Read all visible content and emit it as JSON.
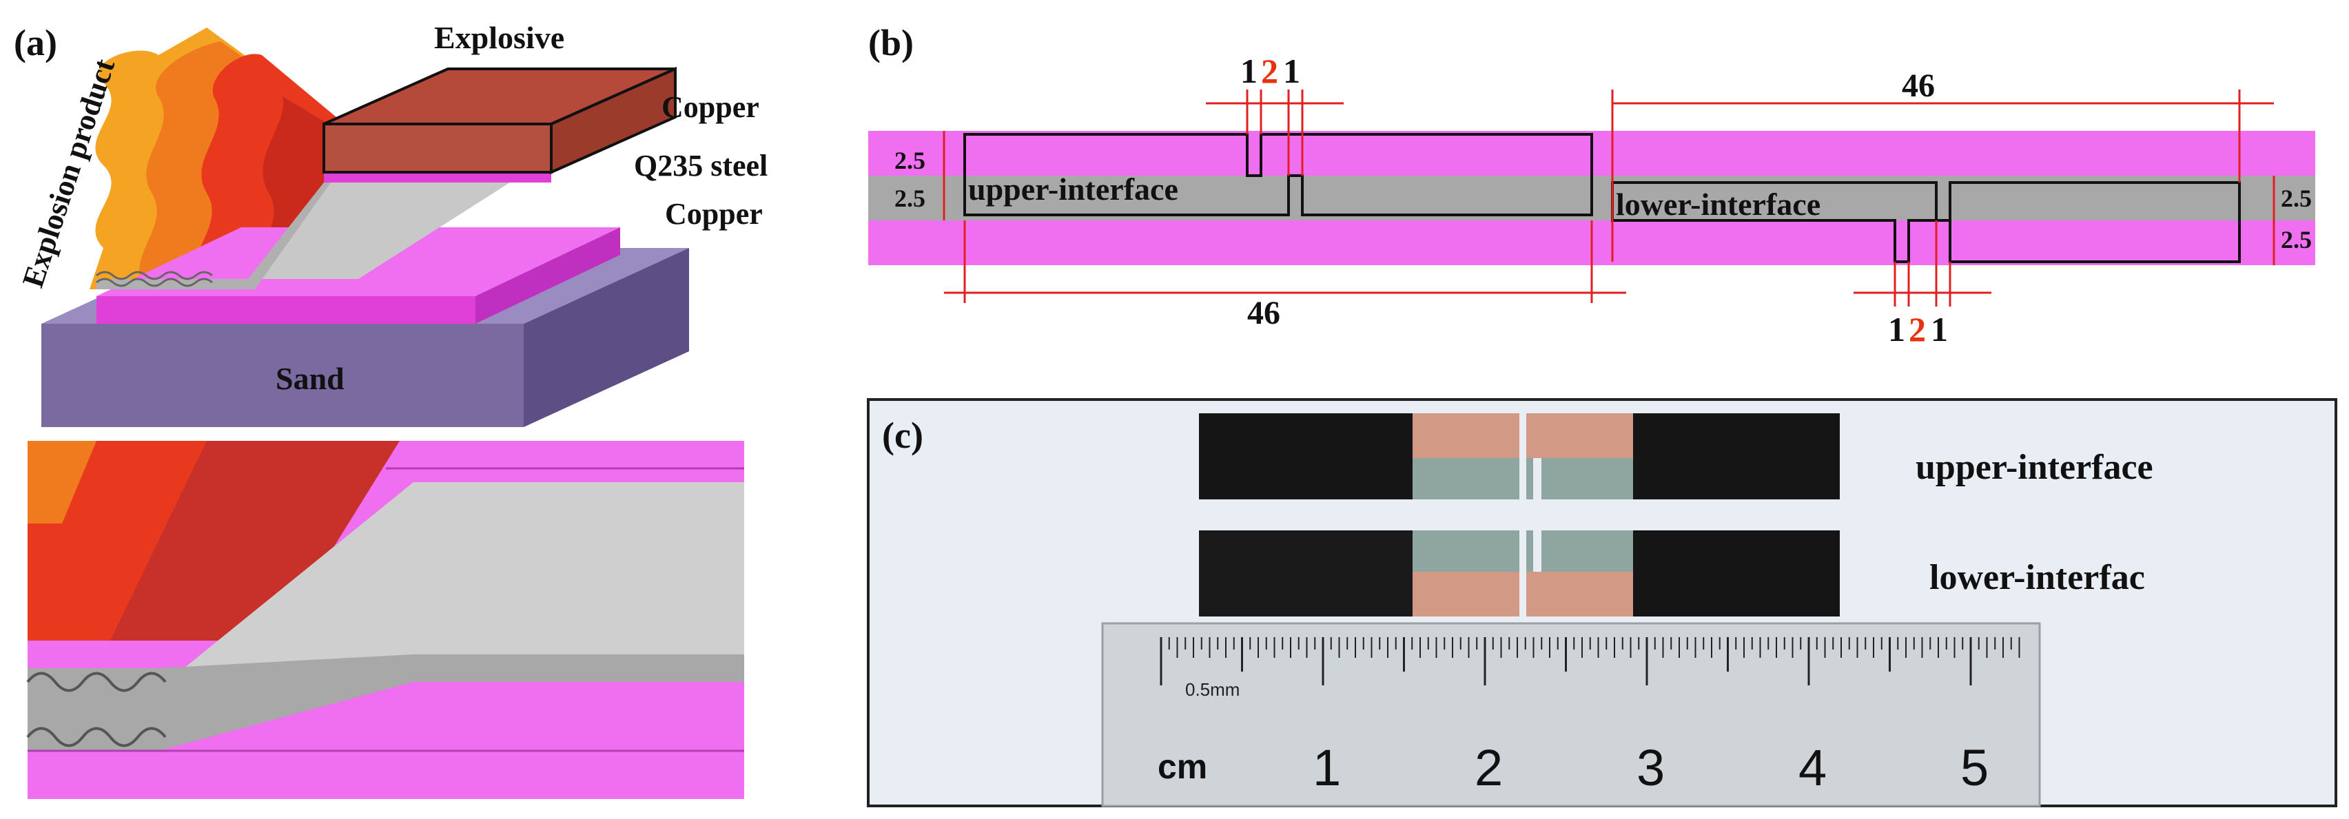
{
  "panel_a": {
    "label": "(a)",
    "explosive": "Explosive",
    "explosion_product": "Explosion product",
    "copper_top": "Copper",
    "steel": "Q235 steel",
    "copper_bottom": "Copper",
    "sand": "Sand"
  },
  "panel_b": {
    "label": "(b)",
    "upper_interface": "upper-interface",
    "lower_interface": "lower-interface",
    "dim_46_top": "46",
    "dim_46_bottom": "46",
    "dim_25_left_1": "2.5",
    "dim_25_left_2": "2.5",
    "dim_25_right_1": "2.5",
    "dim_25_right_2": "2.5",
    "gap_top_a": "1",
    "gap_top_b": "2",
    "gap_top_c": "1",
    "gap_bot_a": "1",
    "gap_bot_b": "2",
    "gap_bot_c": "1"
  },
  "panel_c": {
    "label": "(c)",
    "upper_interface": "upper-interface",
    "lower_interface": "lower-interfac",
    "ruler_unit": "cm",
    "ruler_small": "0.5mm",
    "ruler_numbers": [
      "1",
      "2",
      "3",
      "4",
      "5"
    ]
  },
  "colors": {
    "magenta": "#f06ef0",
    "gray": "#a8a8a8",
    "sand": "#7a6aa0",
    "red_dim": "#e02020"
  }
}
